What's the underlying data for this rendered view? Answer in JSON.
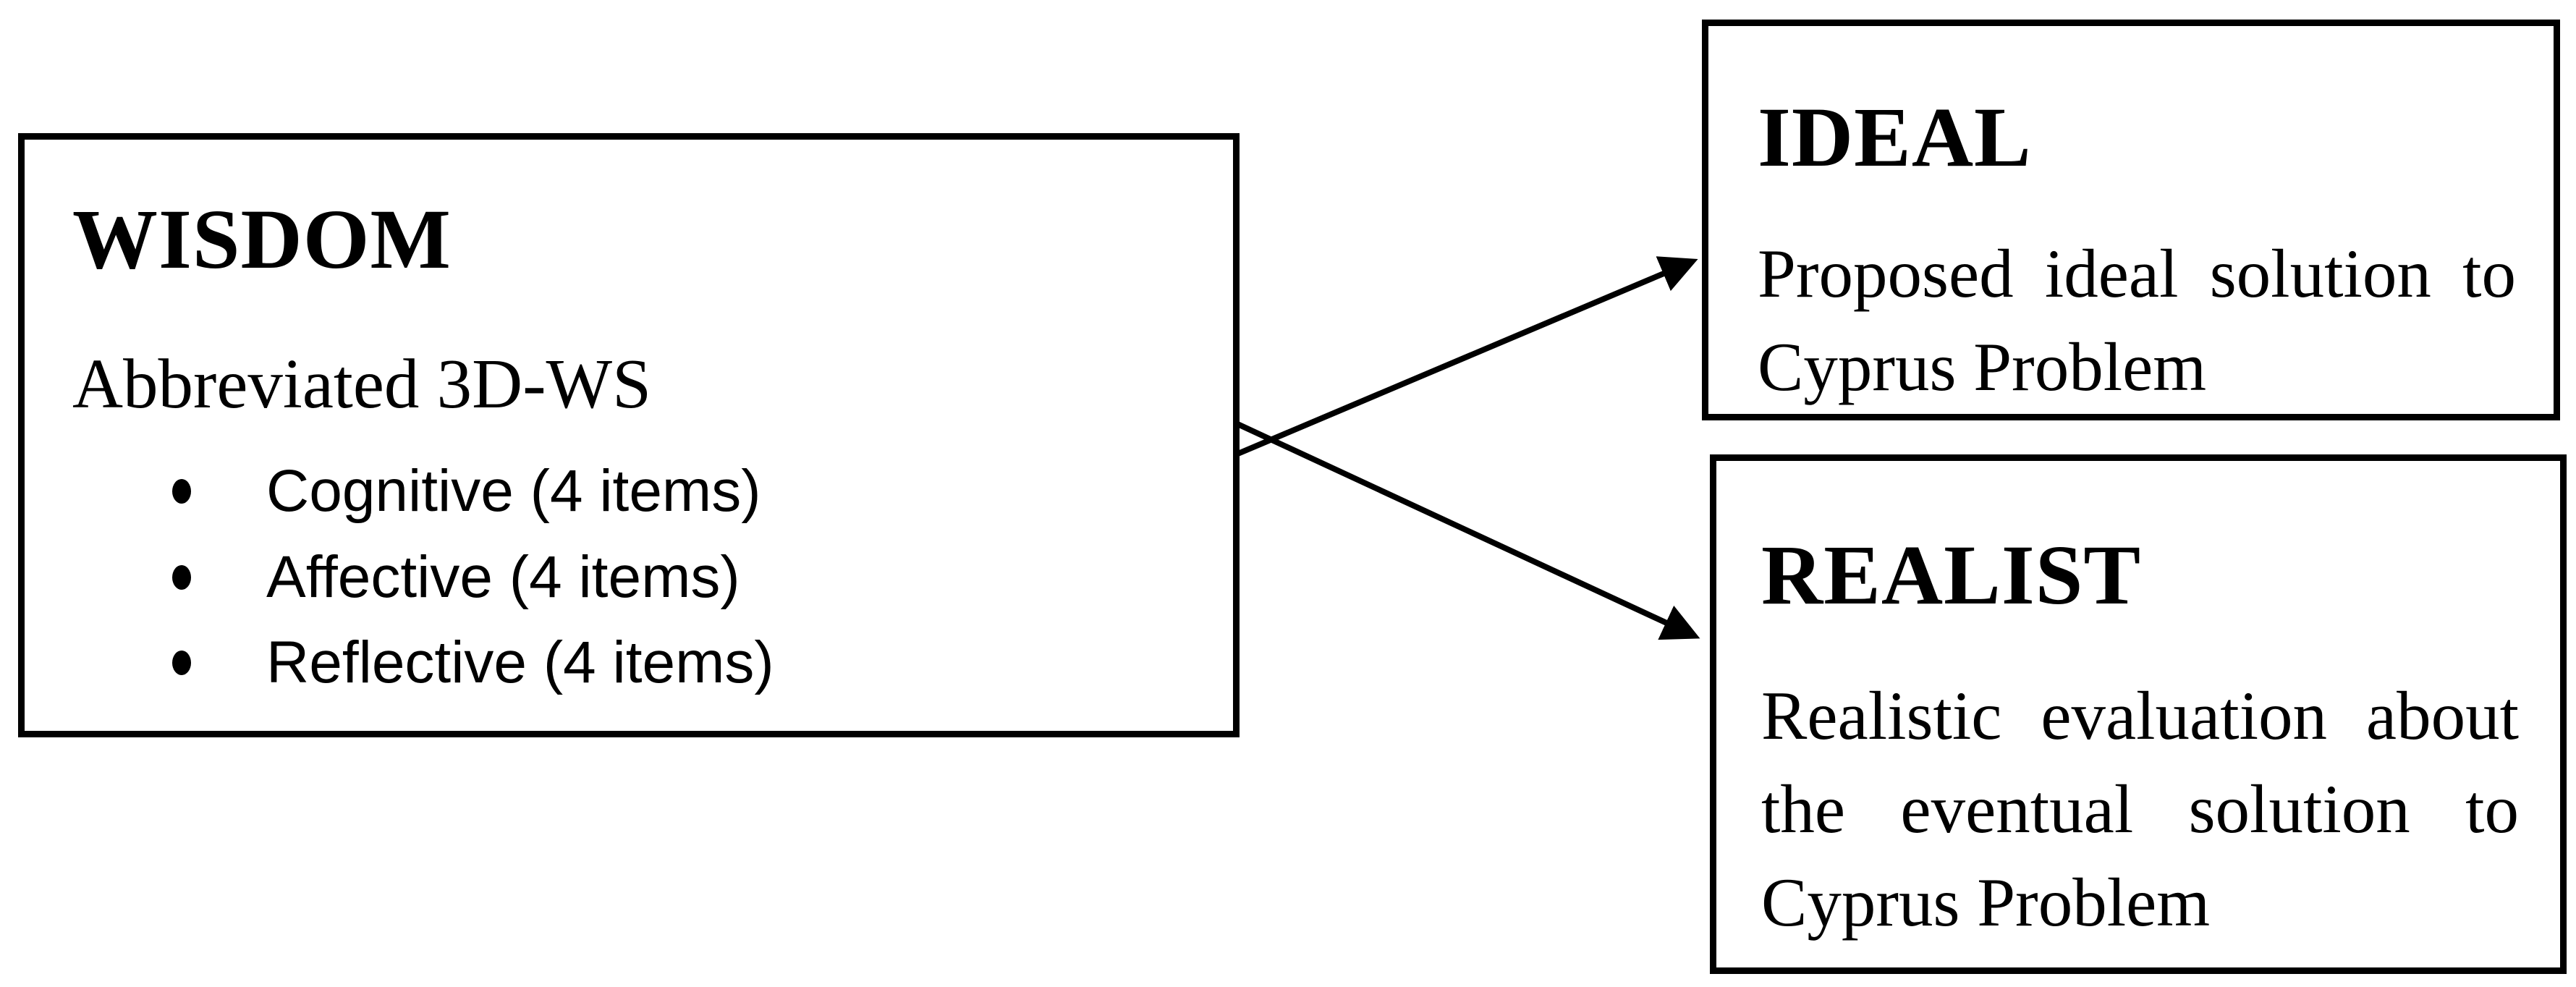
{
  "colors": {
    "background": "#ffffff",
    "stroke": "#000000",
    "text": "#000000"
  },
  "wisdom_box": {
    "title": "WISDOM",
    "subtitle": "Abbreviated 3D-WS",
    "bullets": [
      "Cognitive (4 items)",
      "Affective (4 items)",
      "Reflective (4 items)"
    ]
  },
  "ideal_box": {
    "title": "IDEAL",
    "body": "Proposed ideal solution to Cyprus Problem"
  },
  "realist_box": {
    "title": "REALIST",
    "body": "Realistic evaluation about the eventual solution to Cyprus Problem"
  },
  "arrows": [
    {
      "from": "WISDOM",
      "to": "IDEAL"
    },
    {
      "from": "WISDOM",
      "to": "REALIST"
    }
  ]
}
